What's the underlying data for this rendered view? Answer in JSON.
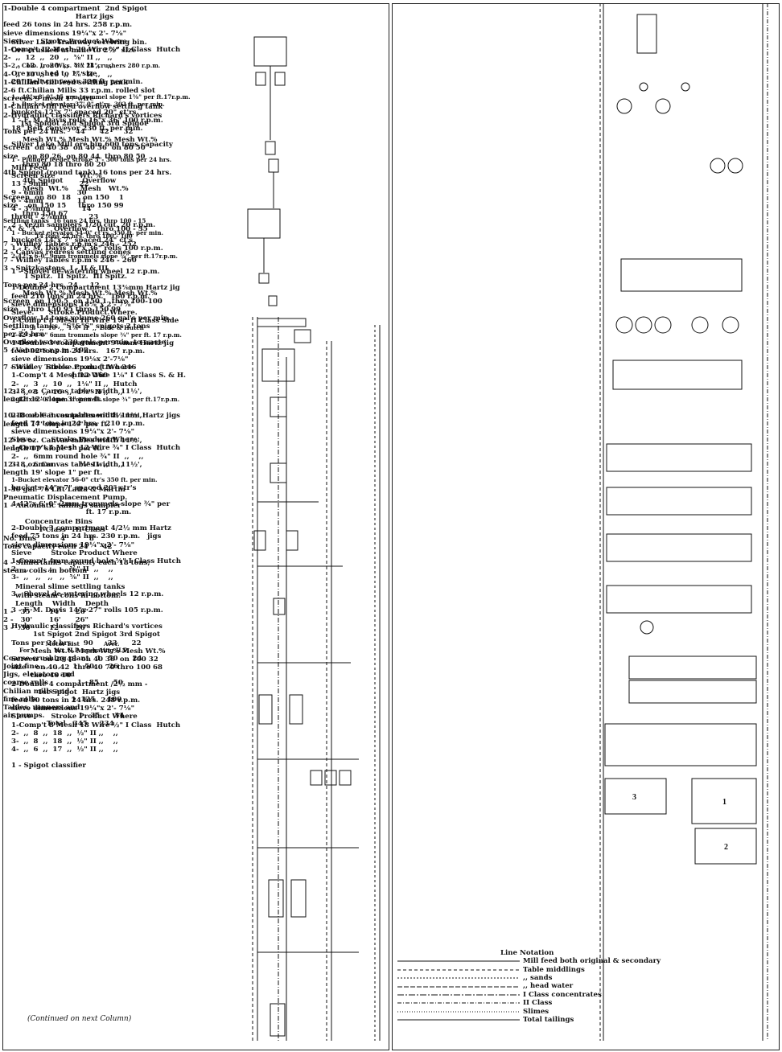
{
  "left_column": {
    "blocks": [
      {
        "lines": [
          "Silver Lake Tramway receiving bin.",
          "Ore crushed at mine to 2½\" size"
        ]
      },
      {
        "lines": [
          "2 - Colo. Iron Wks. 4\"x 24\"crushers 280 r.p.m.",
          "Ore crushed to 1\" size",
          "20\" Belt conveyor 320 ft. per min."
        ]
      },
      {
        "lines": [
          "1 - 48\"x 8' 0\"-15 mm trommel slope 1⅜\" per ft.17r.p.m.",
          "1 - Bucket elevator 37' 0\" ct'rs. 302 ft. per min.",
          "buckets 12\"x 7\" spaced 20\" ct'rs.",
          "1 - F. M. Davis rolls 16\"x 36\" 100 r.p.m.",
          "18\" Belt conveyor 230 ft. per min."
        ]
      },
      {
        "lines": [
          "Silver Lake Mill ore bin 600 tons capacity"
        ]
      },
      {
        "lines": [
          "1 - Plunger feeder stroke 5\"- 300 tons per 24 hrs.",
          "Mill Feed",
          "Screen size          Wt. %",
          "13 - 9mm             22",
          "9 - 6mm              30",
          "6 - 4mm              11",
          "4 - 3⅛mm             14",
          "throu - 2⅛mm         23",
          "2 - Vezin samplers 1/20 cut, 20 r.p.m.",
          "1 - Bucket elevator 54-0\" ct'rs. 350 ft. per min.",
          "buckets 14\"x 7\" spaced 24\" ct's",
          "1 - F. M. Davis 16\"x 36\" rolls 100 r.p.m.",
          "2-42\"x 6-0\" 9mm trommels slope ¾\" per ft.17r.p.m."
        ]
      },
      {
        "lines": [
          "1 - Shovel de-watering wheel 12 r.p.m."
        ]
      },
      {
        "lines": [
          "1-Double 2 Compartment 13⅜mm Hartz jig",
          "feed 210 tons in 24 hrs.   160 r.p.m.",
          "sieve dimensions 18⅛\"x 2'- 7⅛\"",
          "Sieve.      Stroke.Product.Where.",
          "1-Comp't 8 Mesh 18 Wire 1⅜\" II Class Side",
          "2-  ,,   3  ,,  10  ,,  1⅜\" II  ,,  Side & Hutch",
          "2-42\"x 6-0\" 6mm trommels slope ¾\" per ft. 17 r.p.m.",
          "1-Double 3 compartment 9⅜mm Hartz jig",
          "feed 92 tons in 24 hrs.   167 r.p.m.",
          "sieve dimensions 19⅛x 2'-7⅛\"",
          "Sieve.     Stroke.Product.Where",
          "1-Comp't 4 Mesh 12 Wire 1⅛\" I Class S. & H.",
          "2-  ,,  3  ,,  10  ,,  1⅛\" II ,,  Hutch",
          "3-  ,,  3  ,,  10  ,,  1⅛\" II ,,    ,,",
          "2-42\"x 6'-0\" 4mm trommels slope ¾\" per ft.17r.p.m."
        ]
      },
      {
        "lines": [
          "2-Double 3 compartment 4½ mm Hartz jigs",
          "feed 74 tons in 24 hrs.   210 r.p.m.",
          "sieve dimensions 19¼\"x 2'- 7⅛\"",
          "Sieve.       Stroke.Product.Where.",
          "1-Comp't 4 Mesh 12 Wire ¾\" I Class  Hutch",
          "2-  ,,  6mm round hole ¾\" II  ,,    ,,",
          "3-  ,,  6mm           ¾\" II  ,,    ,,"
        ]
      },
      {
        "lines": [
          "1-Bucket elevator 56-0\" ctr's 350 ft. per min.",
          "buckets 14\"x 7\" spaced 20\" ctr's"
        ]
      },
      {
        "lines": [
          "4-42\"x 6'-0\"-2mm trommels slope ¾\" per",
          "                               ft. 17 r.p.m."
        ]
      },
      {
        "lines": [
          "2-Double 3 compartment 4/2½ mm Hartz",
          "feed 75 tons in 24 hrs. 230 r.p.m.   jigs",
          "sieve dimensions 19¼\"x 2'- 7⅛\"",
          "Sieve        Stroke Product Where",
          "1-Comp't 4mm round hole ⅝\" I Class Hutch",
          "2-  ,,   ,,   ,,   ,,  ⅝\" II  ,,    ,,",
          "3-  ,,   ,,   ,,   ,,  ⅝\" II  ,,    ,,"
        ]
      },
      {
        "lines": [
          "3 - Shovel de-watering wheels 12 r.p.m."
        ]
      },
      {
        "lines": [
          "3 - F. M. Davis 14\"x 27\" rolls 105 r.p.m."
        ]
      },
      {
        "lines": [
          "Hydraulic classifiers Richard's vortices",
          "         1st Spigot 2nd Spigot 3rd Spigot",
          "Tons per 24 hrs.    90      33      22",
          "        Mesh Wt.% Mesh Wt.% Mesh Wt.%",
          "Screen  on 20 48  on 40 30  on 100 32",
          "size    on 40 42  thro 40 70 thro 100 68",
          "        thro 40 10",
          "2-Double 4 compartment /2½ mm -",
          "           1st Spigot  Hartz jigs",
          "feed 50 tons in 24 hrs. 248 r.p.m.",
          "sieve dimensions 19¼\"x 2'- 7⅛\"",
          "Sieve        Stroke Product Where",
          "1-Comp't 8 Mesh 18 Wire ½\" I Class  Hutch",
          "2-  ,,  8  ,,  18  ,,  ½\" II ,,    ,,",
          "3-  ,,  8  ,,  18  ,,  ½\" II ,,    ,,",
          "4-  ,,  6  ,,  17  ,,  ½\" II ,,    ,,"
        ]
      },
      {
        "lines": [
          "1 - Spigot classifier"
        ]
      }
    ],
    "continued_note": "(Continued on next Column)"
  },
  "right_column": {
    "blocks": [
      {
        "lines": [
          "1-Double 4 compartment  2nd Spigot",
          "                              Hartz jigs",
          "feed 26 tons in 24 hrs. 258 r.p.m.",
          "sieve dimensions 19¼\"x 2'- 7⅛\"",
          "Sieve.      Stroke.Product.Where.",
          "1-Comp't 12 Mesh 20 Wire ⅝\" II Class  Hutch",
          "2-  ,,  12  ,,  20  ,,  ⅝\" II ,,   ,,",
          "3-  ,,  12  ,,  20  ,,  ⅝\" II ,,   ,,",
          "4-  ,,  10  ,,  19  ,,  ⅝\" II ,,   ,,",
          "1-Chilian Mill feed settling tank",
          "2-6 ft.Chilian Mills 33 r.p.m. rolled slot",
          "screens 9 mesh 17 wire",
          "1-Chilian Mill feed overflow settling tank",
          "2-Hydraulic classifiers Richard's vortices",
          "       1st Spigot 2nd Spigot 3rd Spigot",
          "Tons per 24 hrs.    44      42      32",
          "        Mesh Wt.% Mesh Wt.% Mesh Wt.%",
          "Screen  on 40 38  on 40 36  on 80 50",
          "size    on 80 26  on 80 44  thro 80 50",
          "        thro 80 18 thro 80 20",
          "4th Spigot (round tank) 16 tons per 24 hrs.",
          "        4th Spigot        Overflow",
          "        Mesh  Wt.%     Mesh   Wt.%",
          "Screen  on 80  18     on 150    1",
          "size    on 150 15     thro 150 99",
          "        thro 150 67",
          "Settling tanks  16 tons 24 hrs. thro 100 - 15",
          "\"A\" & \"A\"      Overflow    thro 100 - 35",
          "                14 tons 24 hrs. thro 100 - 100",
          "7 - Wilfley Tables r.p.m's 246 - 252",
          "2 - Canvas redress settling cones",
          "7 - Wilfley Tables r.p.m's 246 - 260",
          "3 - Spitzkastens  I - II & III",
          "         I Spitz.  II Spitz.  III Spitz.",
          "Tons per 24 hrs. 24     12",
          "        Mesh Wt.% Mesh Wt.% Mesh Wt.%",
          "Screen  on 150 5  on 150 1  thro 100-100",
          "size    thro 150 95 thro 150 99",
          "Overflow 14 tons,volume 260 gal's per min.",
          "Settling tanks, \"S\"&\"S\" spigots 2 tons",
          "per 24 hrs.",
          "Overflow water 230 gals.per min. to waste",
          "5 - Vanners r.p.m. 192"
        ]
      },
      {
        "lines": [
          "7 - Wilfley Tables  r.p.m. { two 246",
          "                            { five 260"
        ]
      },
      {
        "lines": [
          "12-18 oz. Canvas tables width 11½',",
          "length 12' slope 3\" per ft."
        ]
      },
      {
        "lines": [
          "10-18 oz. Canvas tables width 11½',",
          "length 17' slope 1⅜\" per ft."
        ]
      },
      {
        "lines": [
          "12-18 oz. Canvas tables width 11½',",
          "length 17' slope 1\" per ft."
        ]
      },
      {
        "lines": [
          "12-18 oz. Canvas tables width 11½',",
          "length 19' slope 1\" per ft."
        ]
      },
      {
        "lines": [
          "1-30 gal. 76'Lift Latta & Martin",
          "Pneumatic Displacement Pump.",
          "1 - Automatic tailings sampler"
        ]
      },
      {
        "lines": [
          "         Concentrate Bins",
          "               I-Class    II-Class",
          "No. Bins          4          8",
          "Tons capacity each 24      42"
        ]
      },
      {
        "lines": [
          "4 - Slime tanks capacity each 18 tons,",
          "steam coils in bottom"
        ]
      },
      {
        "lines": [
          "     Mineral slime settling tanks",
          "     with steam coils in bottom.",
          "     Length    Width    Depth",
          "1 -   35'       14'      26\"",
          "2 -   30'       16'      26\"",
          "3 -   30'       12'      26\""
        ]
      },
      {
        "lines": [
          "                     Motor List            Aver.",
          "        For            No. H.P. operating H.P.",
          "Coarse crushing plant   1   50      24",
          "Joint fine  ,,   ,,     1   50      26",
          "Jigs, elevators and",
          "coarse rolls            1   85      50",
          "Chilian mills and",
          "fine rolls              1  125     100",
          "Tables, vanners and",
          "air pumps.              1   35      34",
          "                  Total   345     234"
        ]
      }
    ],
    "legend": {
      "title": "Line Notation",
      "items": [
        "Mill feed both original & secondary",
        "Table middlings",
        "  ,,    sands",
        "  ,,    head water",
        "I Class concentrates",
        "II Class",
        "Slimes",
        "Total tailings"
      ]
    },
    "tank_labels": [
      "3",
      "1",
      "2"
    ]
  }
}
